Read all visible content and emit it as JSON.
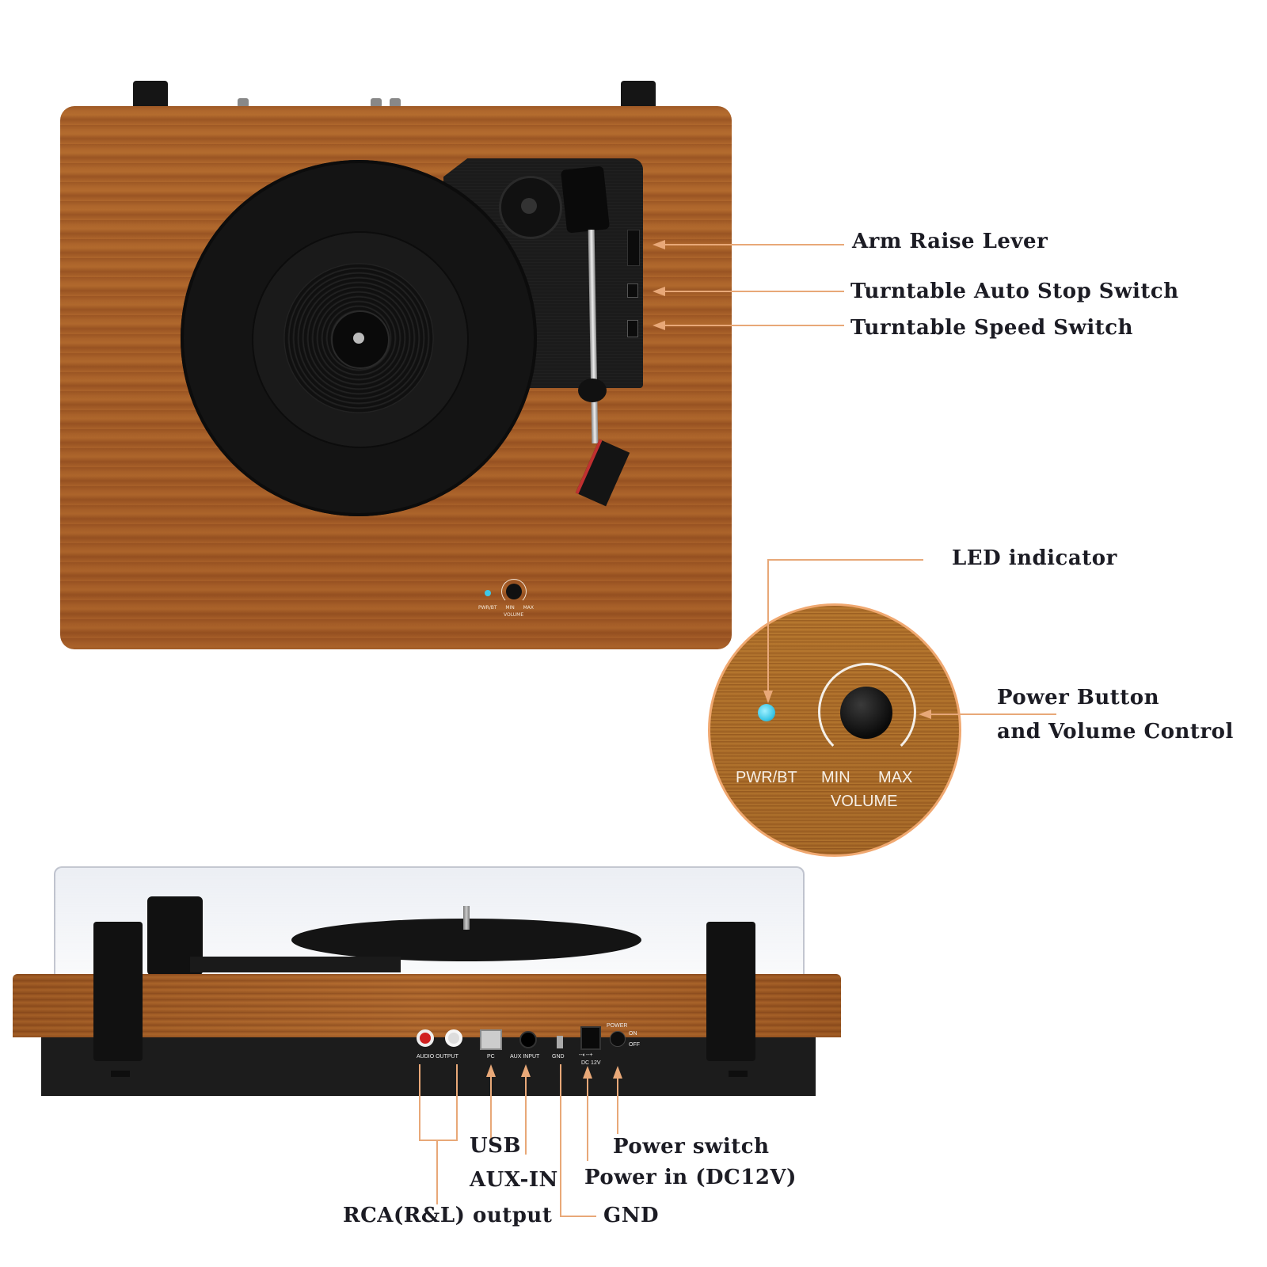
{
  "top_view": {
    "control_panel": {
      "led_label": "PWR/BT",
      "min_label": "MIN",
      "max_label": "MAX",
      "volume_label": "VOLUME"
    }
  },
  "callouts_top": [
    {
      "label": "Arm Raise Lever"
    },
    {
      "label": "Turntable Auto Stop Switch"
    },
    {
      "label": "Turntable Speed Switch"
    }
  ],
  "detail_view": {
    "led_callout": "LED indicator",
    "power_callout_line1": "Power Button",
    "power_callout_line2": "and Volume Control",
    "led_label": "PWR/BT",
    "min_label": "MIN",
    "max_label": "MAX",
    "volume_label": "VOLUME",
    "led_color": "#3ec8e8"
  },
  "rear_view": {
    "port_labels": {
      "audio_output": "AUDIO OUTPUT",
      "pc": "PC",
      "aux_input": "AUX INPUT",
      "gnd": "GND",
      "dc": "DC 12V",
      "dc_symbol": "--◐--+",
      "power": "POWER",
      "on": "ON",
      "off": "OFF"
    },
    "callouts": {
      "usb": "USB",
      "aux_in": "AUX-IN",
      "rca": "RCA(R&L) output",
      "gnd": "GND",
      "power_switch": "Power switch",
      "power_in": "Power in (DC12V)"
    }
  },
  "colors": {
    "callout_line": "#e8a878",
    "label_text": "#1c1c24",
    "wood": "#a86228",
    "black_plastic": "#161616"
  }
}
